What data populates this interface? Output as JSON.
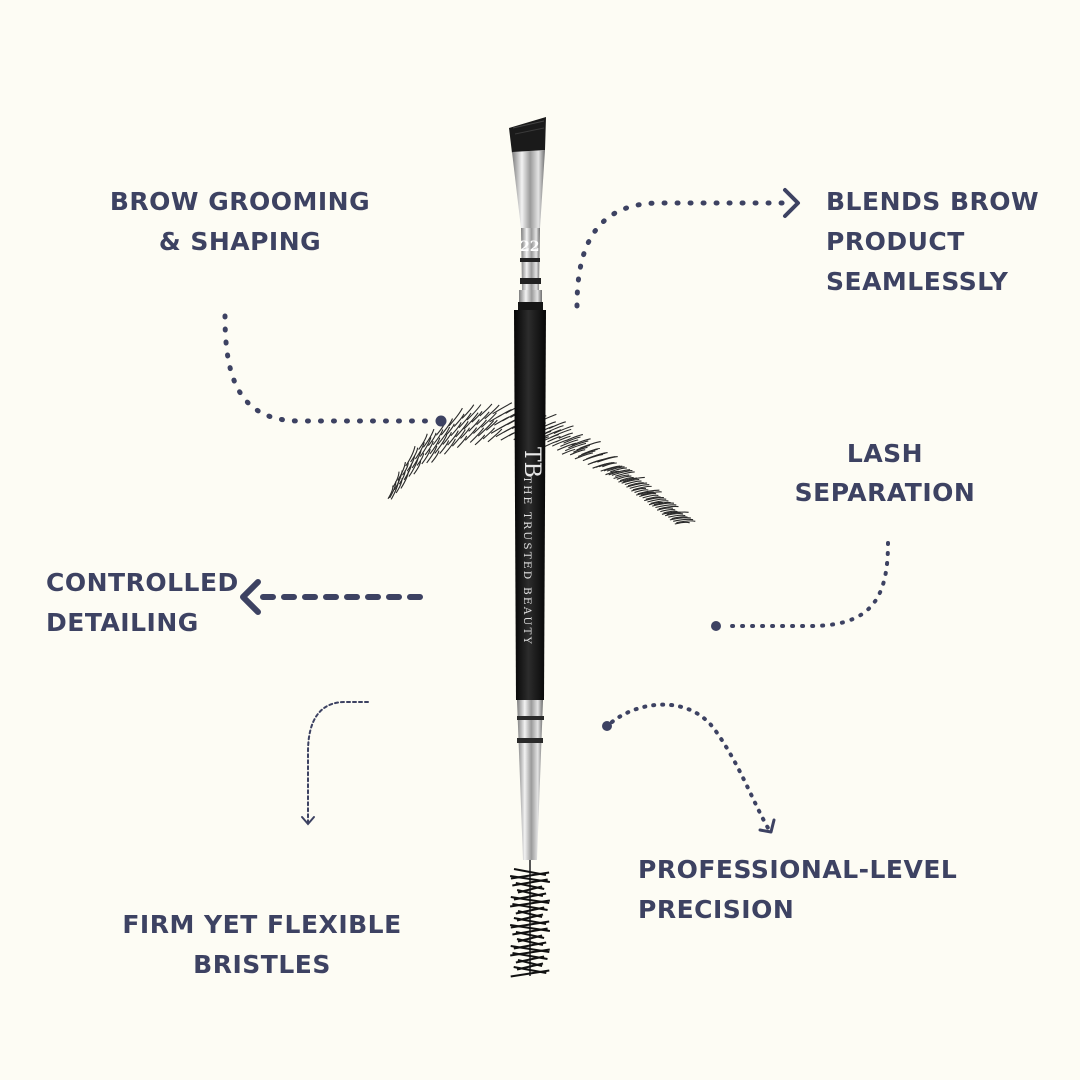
{
  "colors": {
    "background": "#fdfcf4",
    "text": "#3d4262",
    "arrow": "#3d4262",
    "handle": "#141414",
    "ferrule": "#b9b9b9"
  },
  "brand": {
    "logo_mark": "TB",
    "handle_text": "THE TRUSTED BEAUTY",
    "brush_number": "22"
  },
  "labels": {
    "brow_grooming": [
      "BROW GROOMING",
      "& SHAPING"
    ],
    "blends_brow": [
      "BLENDS BROW",
      "PRODUCT",
      "SEAMLESSLY"
    ],
    "lash_separation": [
      "LASH",
      "SEPARATION"
    ],
    "controlled_detailing": [
      "CONTROLLED",
      "DETAILING"
    ],
    "firm_flexible": [
      "FIRM YET FLEXIBLE",
      "BRISTLES"
    ],
    "professional": [
      "PROFESSIONAL-LEVEL",
      "PRECISION"
    ]
  }
}
